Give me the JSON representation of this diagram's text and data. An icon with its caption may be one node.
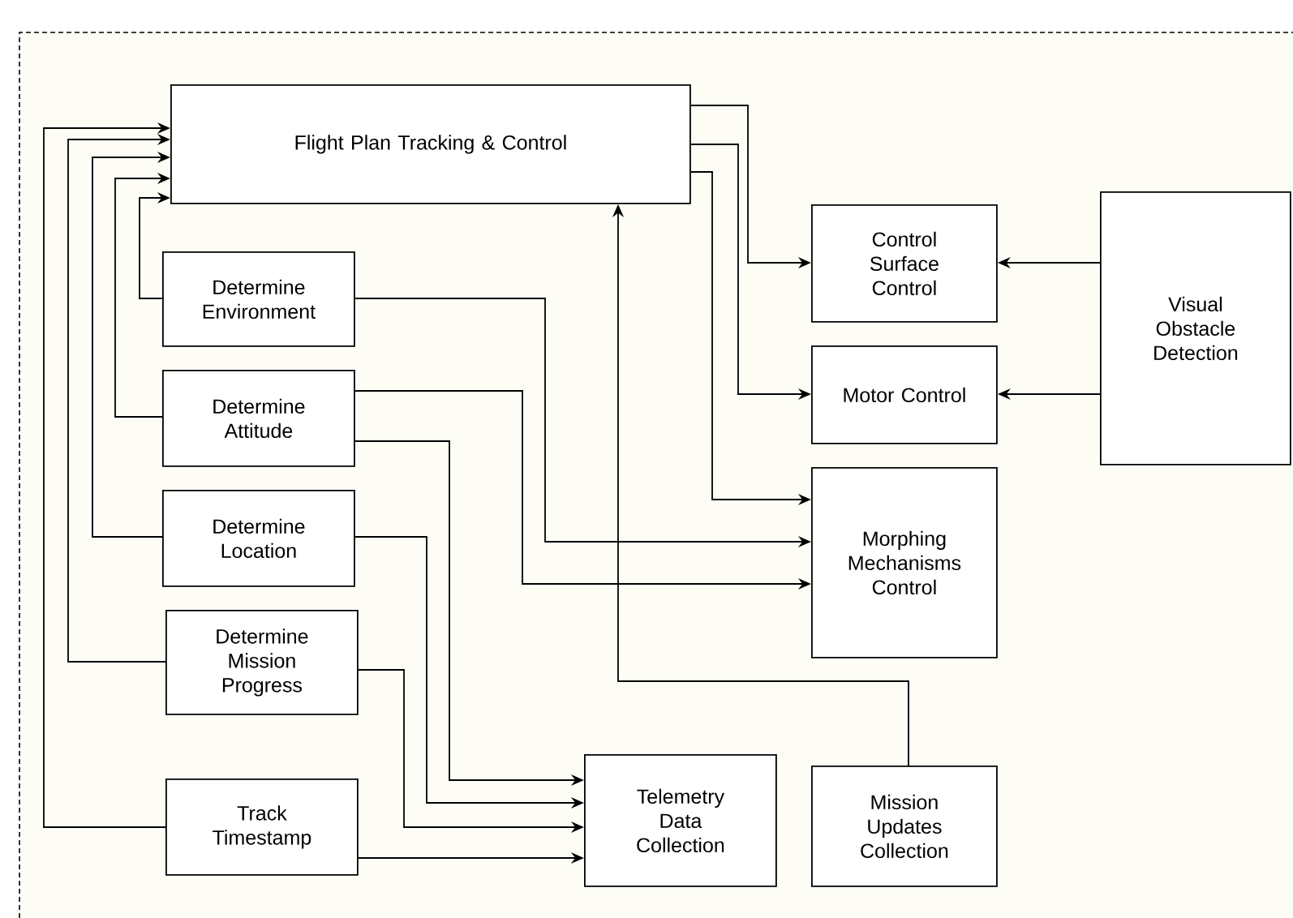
{
  "diagram": {
    "nodes": [
      {
        "text": [],
        "shape": "box"
      },
      {
        "text": [
          "Flight Plan Tracking & Control"
        ],
        "in": 0
      },
      {
        "text": [
          "Determine Environment"
        ],
        "in": 0
      },
      {
        "text": [
          "Determine Attitude"
        ],
        "in": 0
      },
      {
        "text": [
          "Determine Location"
        ],
        "in": 0
      },
      {
        "text": [
          "Determine Mission Progress"
        ],
        "in": 0
      },
      {
        "text": [
          "Track Timestamp"
        ],
        "in": 0
      },
      {
        "text": [
          "Control Surface Control"
        ],
        "in": 0
      },
      {
        "text": [
          "Motor Control"
        ],
        "in": 0
      },
      {
        "text": [
          "Morphing Mechanisms Control"
        ],
        "in": 0
      },
      {
        "text": [
          "Visual Obstacle Detection"
        ],
        "in": 0
      },
      {
        "text": [
          "Telemetry Data Collection"
        ],
        "in": 0
      },
      {
        "text": [
          "Mission Updates Collection"
        ],
        "in": 0
      }
    ],
    "edges": [
      {
        "from": 6,
        "to": 1,
        "arrow": "to"
      },
      {
        "from": 5,
        "to": 1,
        "arrow": "to"
      },
      {
        "from": 4,
        "to": 1,
        "arrow": "to"
      },
      {
        "from": 3,
        "to": 1,
        "arrow": "to"
      },
      {
        "from": 2,
        "to": 1,
        "arrow": "to"
      },
      {
        "from": 1,
        "to": 7,
        "arrow": "to"
      },
      {
        "from": 1,
        "to": 8,
        "arrow": "to"
      },
      {
        "from": 1,
        "to": 9,
        "arrow": "to"
      },
      {
        "from": 2,
        "to": 9,
        "arrow": "to"
      },
      {
        "from": 3,
        "to": 9,
        "arrow": "to"
      },
      {
        "from": 3,
        "to": 11,
        "arrow": "to"
      },
      {
        "from": 4,
        "to": 11,
        "arrow": "to"
      },
      {
        "from": 5,
        "to": 11,
        "arrow": "to"
      },
      {
        "from": 6,
        "to": 11,
        "arrow": "to"
      },
      {
        "from": 10,
        "to": 7,
        "arrow": "to"
      },
      {
        "from": 10,
        "to": 8,
        "arrow": "to"
      },
      {
        "from": 12,
        "to": 1,
        "arrow": "to"
      }
    ]
  }
}
